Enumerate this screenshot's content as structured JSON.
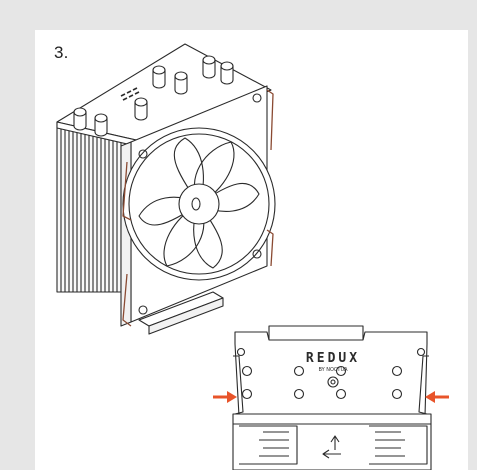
{
  "step": {
    "label": "3."
  },
  "bracket": {
    "brand": "REDUX",
    "sub": "BY NOCTUA"
  },
  "colors": {
    "page_background": "#e6e6e6",
    "panel_background": "#ffffff",
    "line": "#2b2b2b",
    "accent_orange": "#e8542a",
    "clip_brown": "#8a4a32"
  },
  "icons": [
    "arrow-right-icon",
    "arrow-left-icon",
    "airflow-arrow-up-icon",
    "airflow-arrow-left-icon"
  ]
}
